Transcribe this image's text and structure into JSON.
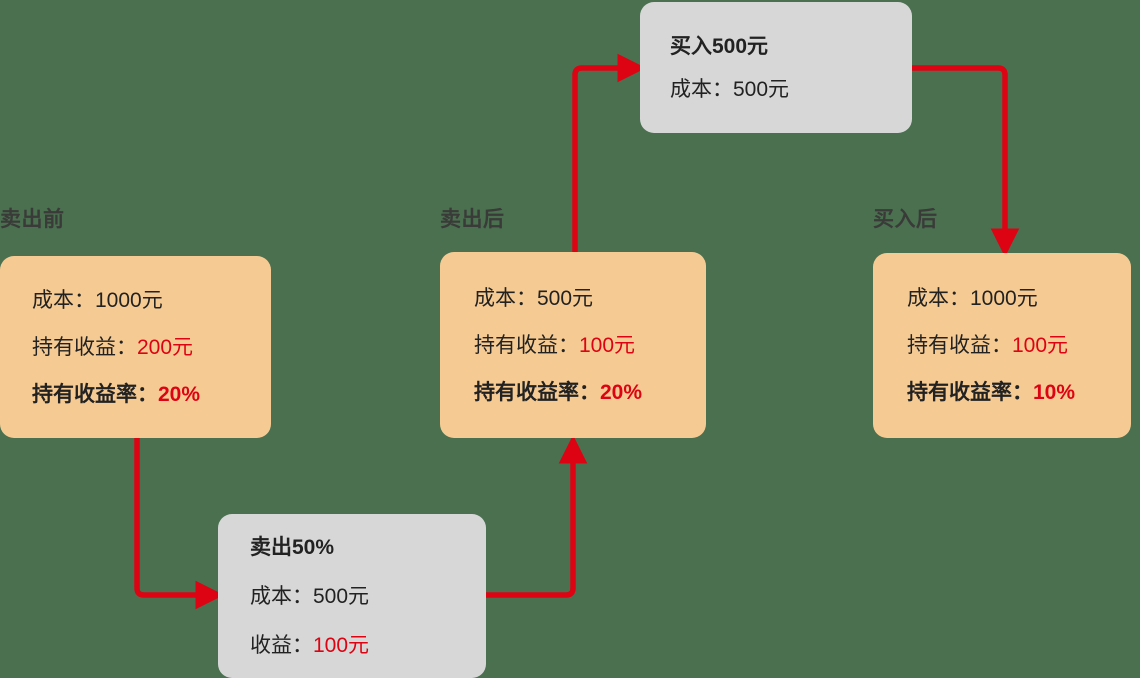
{
  "theme": {
    "background": "#4a7050",
    "orange_node": "#f6cb93",
    "gray_node": "#d7d7d7",
    "arrow_red": "#dd0312",
    "label_gray": "#3a3a38",
    "text_dark": "#222222"
  },
  "labels": {
    "before_sell": "卖出前",
    "after_sell": "卖出后",
    "after_buy": "买入后"
  },
  "nodes": {
    "before_sell": {
      "cost_label": "成本：",
      "cost_value": "1000元",
      "holding_profit_label": "持有收益：",
      "holding_profit_value": "200元",
      "holding_rate_label": "持有收益率：",
      "holding_rate_value": "20%"
    },
    "sell_action": {
      "title": "卖出50%",
      "cost_label": "成本：",
      "cost_value": "500元",
      "profit_label": "收益：",
      "profit_value": "100元"
    },
    "after_sell": {
      "cost_label": "成本：",
      "cost_value": "500元",
      "holding_profit_label": "持有收益：",
      "holding_profit_value": "100元",
      "holding_rate_label": "持有收益率：",
      "holding_rate_value": "20%"
    },
    "buy_action": {
      "title": "买入500元",
      "cost_label": "成本：",
      "cost_value": "500元"
    },
    "after_buy": {
      "cost_label": "成本：",
      "cost_value": "1000元",
      "holding_profit_label": "持有收益：",
      "holding_profit_value": "100元",
      "holding_rate_label": "持有收益率：",
      "holding_rate_value": "10%"
    }
  },
  "flow": {
    "edges": [
      {
        "from": "before_sell",
        "to": "sell_action"
      },
      {
        "from": "sell_action",
        "to": "after_sell"
      },
      {
        "from": "after_sell",
        "to": "buy_action"
      },
      {
        "from": "buy_action",
        "to": "after_buy"
      }
    ]
  }
}
